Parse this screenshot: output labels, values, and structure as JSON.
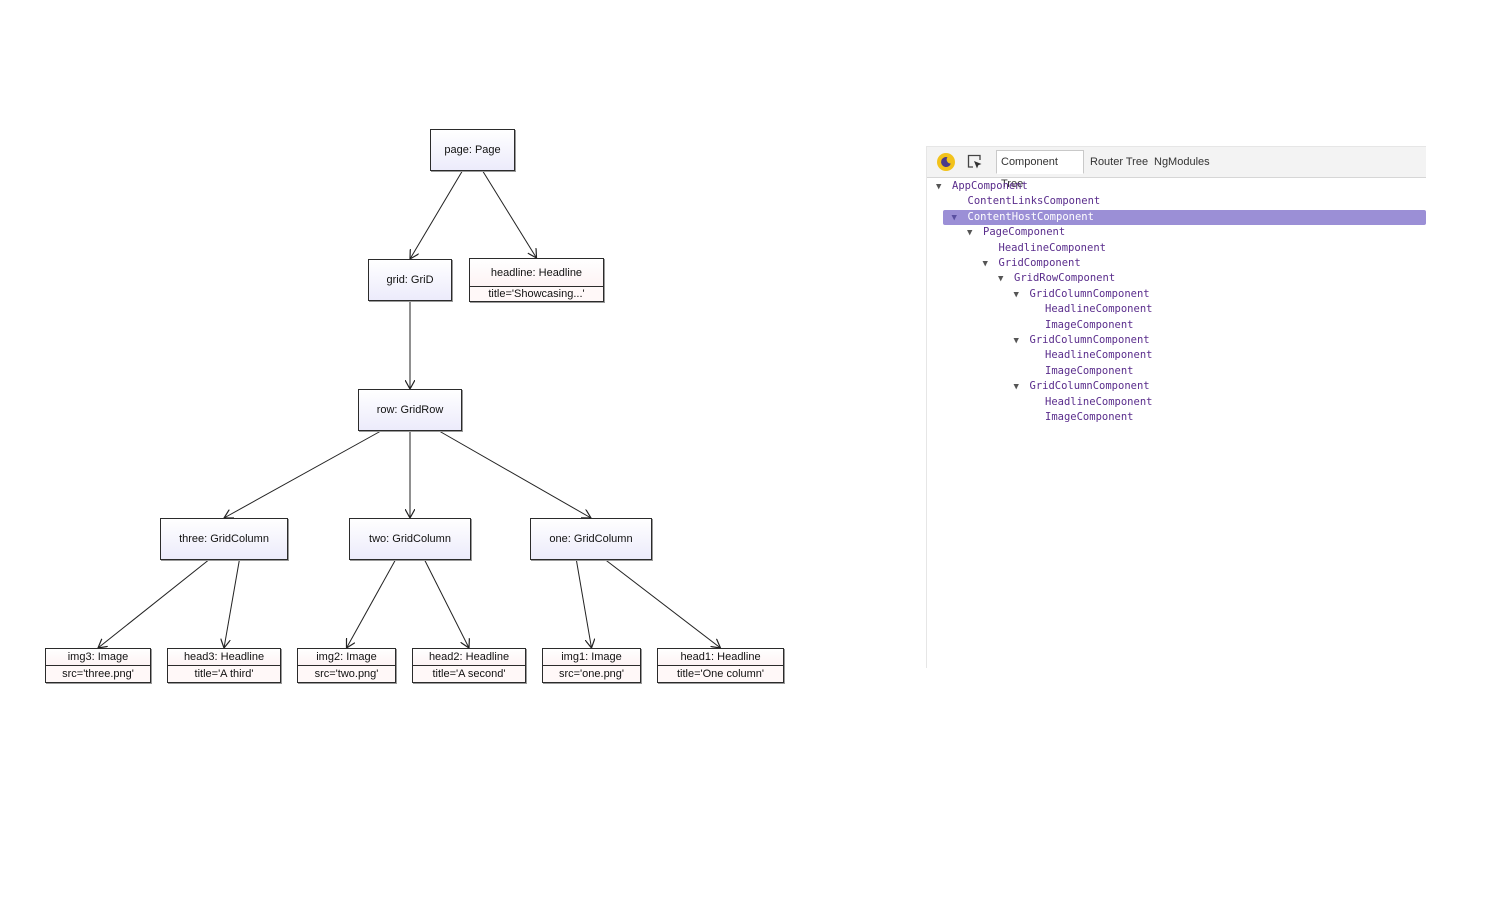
{
  "diagram": {
    "nodes": [
      {
        "id": "page",
        "title": "page: Page"
      },
      {
        "id": "grid",
        "title": "grid: GriD"
      },
      {
        "id": "headline",
        "title": "headline: Headline",
        "attr": "title='Showcasing...'"
      },
      {
        "id": "row",
        "title": "row: GridRow"
      },
      {
        "id": "three",
        "title": "three: GridColumn"
      },
      {
        "id": "two",
        "title": "two: GridColumn"
      },
      {
        "id": "one",
        "title": "one: GridColumn"
      },
      {
        "id": "img3",
        "title": "img3: Image",
        "attr": "src='three.png'"
      },
      {
        "id": "head3",
        "title": "head3: Headline",
        "attr": "title='A third'"
      },
      {
        "id": "img2",
        "title": "img2: Image",
        "attr": "src='two.png'"
      },
      {
        "id": "head2",
        "title": "head2: Headline",
        "attr": "title='A second'"
      },
      {
        "id": "img1",
        "title": "img1: Image",
        "attr": "src='one.png'"
      },
      {
        "id": "head1",
        "title": "head1: Headline",
        "attr": "title='One column'"
      }
    ],
    "edges": [
      [
        "page",
        "grid"
      ],
      [
        "page",
        "headline"
      ],
      [
        "grid",
        "row"
      ],
      [
        "row",
        "three"
      ],
      [
        "row",
        "two"
      ],
      [
        "row",
        "one"
      ],
      [
        "three",
        "img3"
      ],
      [
        "three",
        "head3"
      ],
      [
        "two",
        "img2"
      ],
      [
        "two",
        "head2"
      ],
      [
        "one",
        "img1"
      ],
      [
        "one",
        "head1"
      ]
    ]
  },
  "devtools": {
    "icons": {
      "theme": "moon-theme-icon",
      "inspect": "element-picker-icon"
    },
    "accent_color": "#9b8fd6",
    "tabs": {
      "component_tree": "Component Tree",
      "router_tree": "Router Tree",
      "ngmodules": "NgModules"
    },
    "tree": [
      {
        "label": "AppComponent",
        "depth": 0,
        "expandable": true,
        "selected": false
      },
      {
        "label": "ContentLinksComponent",
        "depth": 1,
        "expandable": false,
        "selected": false
      },
      {
        "label": "ContentHostComponent",
        "depth": 1,
        "expandable": true,
        "selected": true
      },
      {
        "label": "PageComponent",
        "depth": 2,
        "expandable": true,
        "selected": false
      },
      {
        "label": "HeadlineComponent",
        "depth": 3,
        "expandable": false,
        "selected": false
      },
      {
        "label": "GridComponent",
        "depth": 3,
        "expandable": true,
        "selected": false
      },
      {
        "label": "GridRowComponent",
        "depth": 4,
        "expandable": true,
        "selected": false
      },
      {
        "label": "GridColumnComponent",
        "depth": 5,
        "expandable": true,
        "selected": false
      },
      {
        "label": "HeadlineComponent",
        "depth": 6,
        "expandable": false,
        "selected": false
      },
      {
        "label": "ImageComponent",
        "depth": 6,
        "expandable": false,
        "selected": false
      },
      {
        "label": "GridColumnComponent",
        "depth": 5,
        "expandable": true,
        "selected": false
      },
      {
        "label": "HeadlineComponent",
        "depth": 6,
        "expandable": false,
        "selected": false
      },
      {
        "label": "ImageComponent",
        "depth": 6,
        "expandable": false,
        "selected": false
      },
      {
        "label": "GridColumnComponent",
        "depth": 5,
        "expandable": true,
        "selected": false
      },
      {
        "label": "HeadlineComponent",
        "depth": 6,
        "expandable": false,
        "selected": false
      },
      {
        "label": "ImageComponent",
        "depth": 6,
        "expandable": false,
        "selected": false
      }
    ]
  }
}
